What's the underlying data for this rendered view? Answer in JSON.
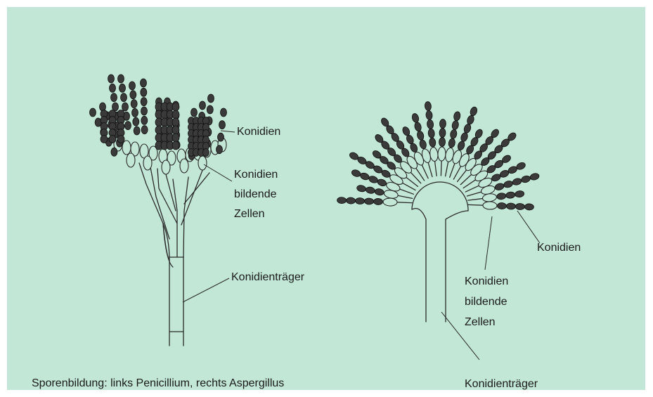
{
  "colors": {
    "background": "#c2e7d7",
    "outline": "#2a2a2a",
    "spore": "#3a3a3a",
    "cell_fill": "#c2e7d7"
  },
  "penicillium": {
    "label_conidia": "Konidien",
    "label_forming_line1": "Konidien",
    "label_forming_line2": "bildende",
    "label_forming_line3": "Zellen",
    "label_conidiophore": "Konidienträger"
  },
  "aspergillus": {
    "label_conidia": "Konidien",
    "label_forming_line1": "Konidien",
    "label_forming_line2": "bildende",
    "label_forming_line3": "Zellen",
    "label_conidiophore": "Konidienträger"
  },
  "caption": "Sporenbildung: links Penicillium, rechts Aspergillus"
}
